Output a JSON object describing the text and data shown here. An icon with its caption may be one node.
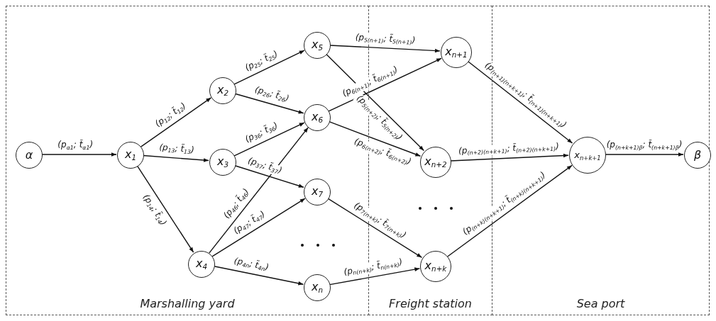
{
  "diagram": {
    "nodes": [
      {
        "text": [
          "Marshalling yard"
        ]
      },
      {
        "text": [
          "Freight station"
        ]
      },
      {
        "text": [
          "Sea port"
        ]
      },
      {
        "text": [
          "α"
        ],
        "in": 0
      },
      {
        "text": [
          "x$_{1}$"
        ],
        "in": 0
      },
      {
        "text": [
          "x$_{2}$"
        ],
        "in": 0
      },
      {
        "text": [
          "x$_{3}$"
        ],
        "in": 0
      },
      {
        "text": [
          "x$_{4}$"
        ],
        "in": 0
      },
      {
        "text": [
          "x$_{5}$"
        ],
        "in": 0
      },
      {
        "text": [
          "x$_{6}$"
        ],
        "in": 0
      },
      {
        "text": [
          "x$_{7}$"
        ],
        "in": 0
      },
      {
        "text": [
          "x$_{n}$"
        ],
        "in": 0
      },
      {
        "text": [
          "x$_{n+1}$"
        ],
        "in": 1
      },
      {
        "text": [
          "x$_{n+2}$"
        ],
        "in": 1
      },
      {
        "text": [
          "x$_{n+k}$"
        ],
        "in": 1
      },
      {
        "text": [
          "x$_{n+k+1}$"
        ],
        "in": 2
      },
      {
        "text": [
          "β"
        ],
        "in": 2
      }
    ],
    "edges": [
      {
        "from": 3,
        "to": 4,
        "arrow": "to",
        "label": "(p$_{α1}$; t̃$_{α1}$)"
      },
      {
        "from": 4,
        "to": 5,
        "arrow": "to",
        "label": "(p$_{12}$; t̃$_{12}$)"
      },
      {
        "from": 4,
        "to": 6,
        "arrow": "to",
        "label": "(p$_{13}$; t̃$_{13}$)"
      },
      {
        "from": 4,
        "to": 7,
        "arrow": "to",
        "label": "(p$_{14}$; t̃$_{14}$)"
      },
      {
        "from": 5,
        "to": 8,
        "arrow": "to",
        "label": "(p$_{25}$; t̃$_{25}$)"
      },
      {
        "from": 5,
        "to": 9,
        "arrow": "to",
        "label": "(p$_{26}$; t̃$_{26}$)"
      },
      {
        "from": 6,
        "to": 9,
        "arrow": "to",
        "label": "(p$_{36}$; t̃$_{36}$)"
      },
      {
        "from": 6,
        "to": 10,
        "arrow": "to",
        "label": "(p$_{37}$; t̃$_{37}$)"
      },
      {
        "from": 7,
        "to": 9,
        "arrow": "to",
        "label": "(p$_{46}$; t̃$_{46}$)"
      },
      {
        "from": 7,
        "to": 10,
        "arrow": "to",
        "label": "(p$_{47}$; t̃$_{47}$)"
      },
      {
        "from": 7,
        "to": 11,
        "arrow": "to",
        "label": "(p$_{4n}$; t̃$_{4n}$)"
      },
      {
        "from": 8,
        "to": 12,
        "arrow": "to",
        "label": "(p$_{5(n+1)}$; t̃$_{5(n+1)}$)"
      },
      {
        "from": 8,
        "to": 13,
        "arrow": "to",
        "label": "(p$_{5(n+2)}$; t̃$_{5(n+2)}$)"
      },
      {
        "from": 9,
        "to": 12,
        "arrow": "to",
        "label": "(p$_{6(n+1)}$; t̃$_{6(n+1)}$)"
      },
      {
        "from": 9,
        "to": 13,
        "arrow": "to",
        "label": "(p$_{6(n+2)}$; t̃$_{6(n+2)}$)"
      },
      {
        "from": 10,
        "to": 14,
        "arrow": "to",
        "label": "(p$_{7(n+k)}$; t̃$_{7(n+k)}$)"
      },
      {
        "from": 11,
        "to": 14,
        "arrow": "to",
        "label": "(p$_{n(n+k)}$; t̃$_{n(n+k)}$)"
      },
      {
        "from": 12,
        "to": 15,
        "arrow": "to",
        "label": "(p$_{(n+1)(n+k+1)}$; t̃$_{(n+1)(n+k+1)}$)"
      },
      {
        "from": 13,
        "to": 15,
        "arrow": "to",
        "label": "(p$_{(n+2)(n+k+1)}$; t̃$_{(n+2)(n+k+1)}$)"
      },
      {
        "from": 14,
        "to": 15,
        "arrow": "to",
        "label": "(p$_{(n+k)(n+k+1)}$; t̃$_{(n+k)(n+k+1)}$)"
      },
      {
        "from": 15,
        "to": 16,
        "arrow": "to",
        "label": "(p$_{(n+k+1)β}$; t̃$_{(n+k+1)β}$)"
      }
    ]
  }
}
